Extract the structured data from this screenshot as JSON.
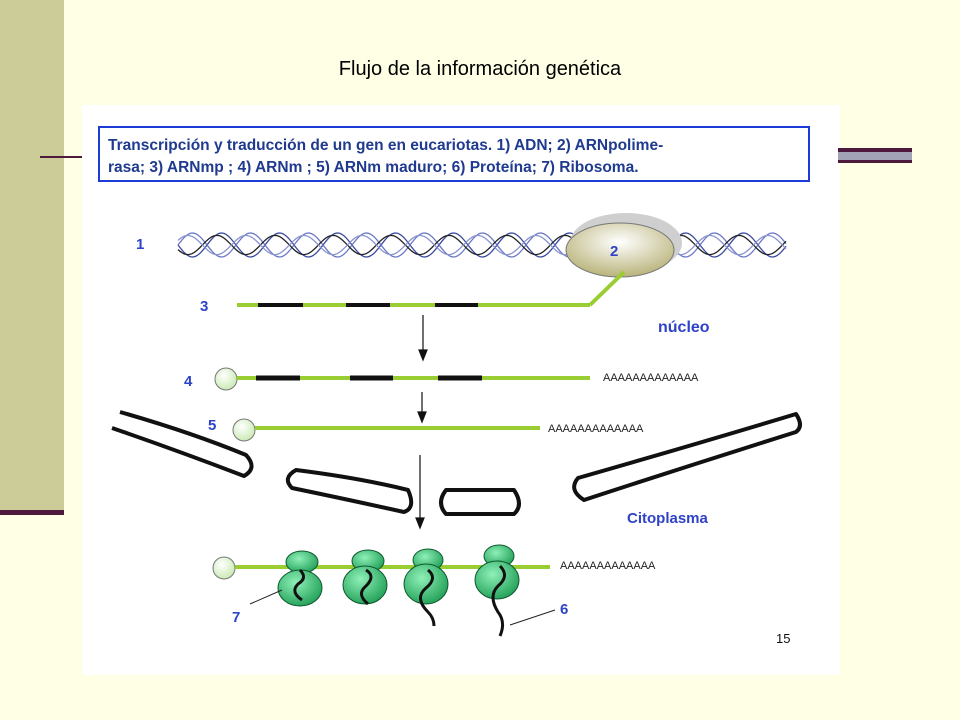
{
  "slide": {
    "title": "Flujo de la información genética",
    "page_number": "15"
  },
  "figure": {
    "caption_line1": "Transcripción y traducción de un gen en eucariotas. 1) ADN; 2) ARNpolime-",
    "caption_line2": "rasa; 3) ARNmp ; 4) ARNm ; 5) ARNm maduro; 6) Proteína; 7) Ribosoma.",
    "labels": {
      "n1": "1",
      "n2": "2",
      "n3": "3",
      "n4": "4",
      "n5": "5",
      "n6": "6",
      "n7": "7",
      "nucleus": "núcleo",
      "cytoplasm": "Citoplasma"
    },
    "poly_a": "AAAAAAAAAAAAA"
  },
  "colors": {
    "rna_green": "#9acd32",
    "exon_dark": "#111111",
    "label_blue": "#2e43c7",
    "ribosome_green": "#2ecc71",
    "caption_border": "#1d3bd6"
  }
}
